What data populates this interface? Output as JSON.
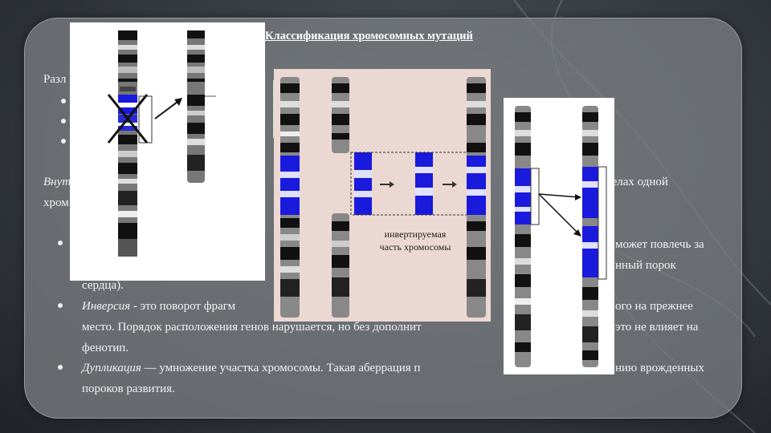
{
  "slide": {
    "title": "Классификация хромосомных мутаций",
    "intro_prefix": "Разл",
    "internal_heading_prefix": "Внут",
    "internal_line2_prefix": "хром",
    "internal_right": "делах одной",
    "deletion": {
      "right_part1": "может повлечь за",
      "right_part2": "нный порок",
      "line3": "сердца)."
    },
    "inversion": {
      "term": "Инверсия",
      "text1": " - это поворот фрагм",
      "text1_right": "ого на прежнее",
      "line2_left": "место. Порядок расположения генов нарушается, но без дополнит",
      "line2_right": "это не влияет на",
      "line3": "фенотип."
    },
    "duplication": {
      "term": "Дупликация",
      "text1": " — умножение участка хромосомы. Такая аберрация п",
      "text1_right": "нию врожденных",
      "line2": "пороков развития."
    }
  },
  "figure_inversion": {
    "label_line1": "инвертируемая",
    "label_line2": "часть хромосомы"
  },
  "colors": {
    "band_blue": "#1a1adc",
    "band_black": "#111111",
    "panel": "#7b7f83"
  }
}
